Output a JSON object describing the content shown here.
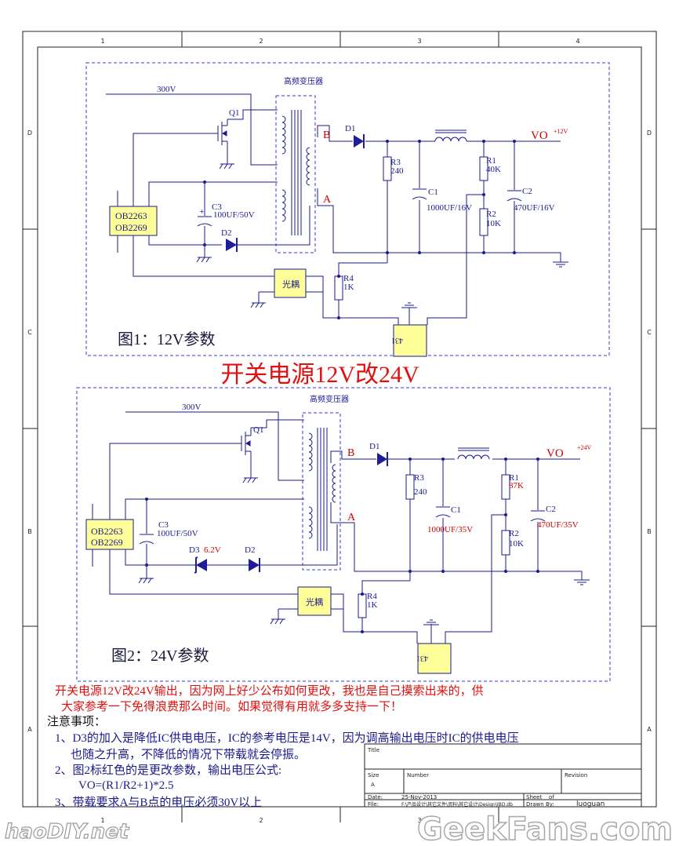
{
  "frame": {
    "columns": [
      "1",
      "2",
      "3",
      "4"
    ],
    "rows": [
      "D",
      "C",
      "B",
      "A"
    ]
  },
  "heading": "开关电源12V改24V",
  "fig1": {
    "input": "300V",
    "transformer": "高频变压器",
    "ic": [
      "OB2263",
      "OB2269"
    ],
    "q1": "Q1",
    "c3": [
      "C3",
      "100UF/50V"
    ],
    "d2": "D2",
    "optocoupler": "光耦",
    "r4": [
      "R4",
      "1K"
    ],
    "tl431": "431",
    "node_b": "B",
    "node_a": "A",
    "d1": "D1",
    "r3": [
      "R3",
      "240"
    ],
    "c1": [
      "C1",
      "1000UF/16V"
    ],
    "r1": [
      "R1",
      "40K"
    ],
    "r2": [
      "R2",
      "10K"
    ],
    "c2": [
      "C2",
      "470UF/16V"
    ],
    "vo": "VO",
    "vo_value": "+12V",
    "caption": "图1：12V参数"
  },
  "fig2": {
    "input": "300V",
    "transformer": "高频变压器",
    "ic": [
      "OB2263",
      "OB2269"
    ],
    "q1": "Q1",
    "c3": [
      "C3",
      "100UF/50V"
    ],
    "d3": "D3",
    "d3_value": "6.2V",
    "d2": "D2",
    "optocoupler": "光耦",
    "r4": [
      "R4",
      "1K"
    ],
    "tl431": "431",
    "node_b": "B",
    "node_a": "A",
    "d1": "D1",
    "r3": [
      "R3",
      "240"
    ],
    "c1": [
      "C1",
      "1000UF/35V"
    ],
    "r1": [
      "R1",
      "87K"
    ],
    "r2": [
      "R2",
      "10K"
    ],
    "c2": [
      "C2",
      "470UF/35V"
    ],
    "vo": "VO",
    "vo_value": "+24V",
    "caption": "图2：24V参数"
  },
  "notes": {
    "intro_line1": "开关电源12V改24V输出，因为网上好少公布如何更改，我也是自己摸索出来的，供",
    "intro_line2": "大家参考一下免得浪费那么时间。如果觉得有用就多多支持一下！",
    "title": "注意事项：",
    "item1_line1": "1、D3的加入是降低IC供电电压，IC的参考电压是14V，因为调高输出电压时IC的供电电压",
    "item1_line2": "也随之升高，不降低的情况下带载就会停振。",
    "item2": "2、图2标红色的是更改参数，输出电压公式:",
    "formula": "VO=(R1/R2+1)*2.5",
    "item3": "3、带载要求A与B点的电压必须30V以上"
  },
  "title_block": {
    "title": "Title",
    "size": "Size",
    "size_value": "A",
    "number": "Number",
    "revision": "Revision",
    "date": "Date:",
    "date_value": "25-Nov-2013",
    "file": "File:",
    "file_value": "F:\\产品设计\\其它文件\\资料\\其它设计\\Design\\IBD.db",
    "sheet": "Sheet",
    "of": "of",
    "drawn_by": "Drawn By:",
    "drawn_by_value": "luoguan"
  },
  "watermarks": {
    "left": "haoDIY.net",
    "right": "GeekFans.com"
  },
  "colors": {
    "wire": "#1a1a8c",
    "label": "#1a1a8c",
    "changed": "#cc0000",
    "box": "#3a3ad8",
    "ic_fill": "#ffff99",
    "diode": "#1e1e9a"
  }
}
